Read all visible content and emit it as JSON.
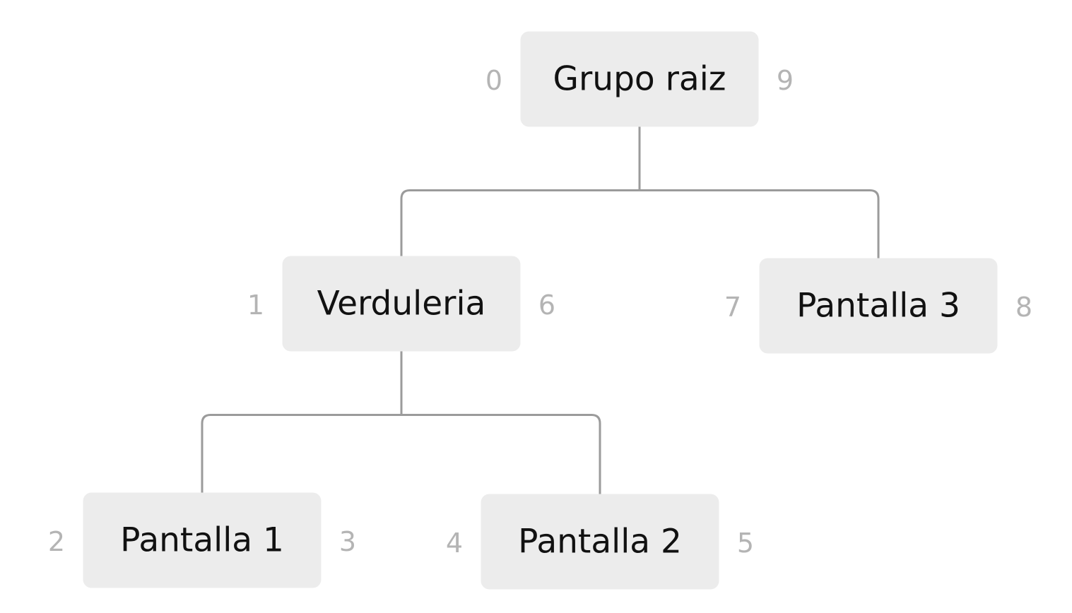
{
  "tree": {
    "nodes": [
      {
        "id": "root",
        "label": "Grupo raiz",
        "left_index": "0",
        "right_index": "9"
      },
      {
        "id": "verduleria",
        "label": "Verduleria",
        "left_index": "1",
        "right_index": "6"
      },
      {
        "id": "pantalla-3",
        "label": "Pantalla 3",
        "left_index": "7",
        "right_index": "8"
      },
      {
        "id": "pantalla-1",
        "label": "Pantalla 1",
        "left_index": "2",
        "right_index": "3"
      },
      {
        "id": "pantalla-2",
        "label": "Pantalla 2",
        "left_index": "4",
        "right_index": "5"
      }
    ],
    "edges": [
      {
        "from": "root",
        "to": [
          "verduleria",
          "pantalla-3"
        ]
      },
      {
        "from": "verduleria",
        "to": [
          "pantalla-1",
          "pantalla-2"
        ]
      }
    ]
  },
  "colors": {
    "node_fill": "#ececec",
    "node_text": "#111111",
    "index_text": "#b4b4b4",
    "connector": "#9b9b9b"
  }
}
